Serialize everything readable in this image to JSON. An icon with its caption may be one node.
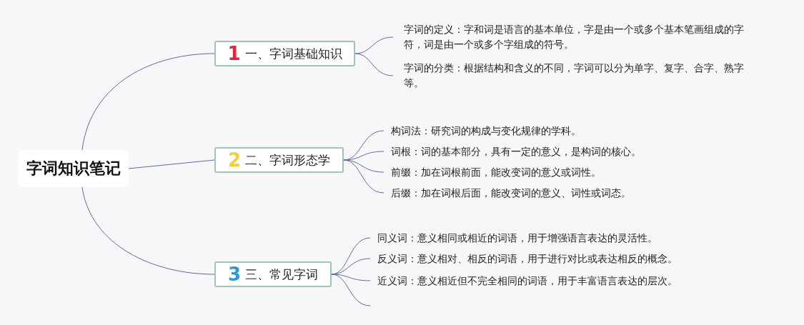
{
  "diagram": {
    "nodes": [
      {
        "text": [
          "字词知识笔记"
        ]
      },
      {
        "text": [
          "1",
          "一、字词基础知识"
        ]
      },
      {
        "text": [
          "2",
          "二、字词形态学"
        ]
      },
      {
        "text": [
          "3",
          "三、常见字词"
        ]
      },
      {
        "text": [
          "字词的定义：字和词是语言的基本单位，字是由一个或多个基本笔画组成的字符，词是由一个或多个字组成的符号。"
        ]
      },
      {
        "text": [
          "字词的分类：根据结构和含义的不同，字词可以分为单字、复字、合字、熟字等。"
        ]
      },
      {
        "text": [
          "构词法：研究词的构成与变化规律的学科。"
        ]
      },
      {
        "text": [
          "词根：词的基本部分，具有一定的意义，是构词的核心。"
        ]
      },
      {
        "text": [
          "前缀：加在词根前面，能改变词的意义或词性。"
        ]
      },
      {
        "text": [
          "后缀：加在词根后面，能改变词的意义、词性或词态。"
        ]
      },
      {
        "text": [
          "同义词：意义相同或相近的词语，用于增强语言表达的灵活性。"
        ]
      },
      {
        "text": [
          "反义词：意义相对、相反的词语，用于进行对比或表达相反的概念。"
        ]
      },
      {
        "text": [
          "近义词：意义相近但不完全相同的词语，用于丰富语言表达的层次。"
        ]
      }
    ],
    "edges": [
      {
        "from": 0,
        "to": 1,
        "arrow": "none"
      },
      {
        "from": 0,
        "to": 2,
        "arrow": "none"
      },
      {
        "from": 0,
        "to": 3,
        "arrow": "none"
      },
      {
        "from": 1,
        "to": 4,
        "arrow": "none"
      },
      {
        "from": 1,
        "to": 5,
        "arrow": "none"
      },
      {
        "from": 2,
        "to": 6,
        "arrow": "none"
      },
      {
        "from": 2,
        "to": 7,
        "arrow": "none"
      },
      {
        "from": 2,
        "to": 8,
        "arrow": "none"
      },
      {
        "from": 2,
        "to": 9,
        "arrow": "none"
      },
      {
        "from": 3,
        "to": 10,
        "arrow": "none"
      },
      {
        "from": 3,
        "to": 11,
        "arrow": "none"
      },
      {
        "from": 3,
        "to": 12,
        "arrow": "none"
      },
      {
        "from": 3,
        "to": null,
        "arrow": "none"
      }
    ]
  }
}
